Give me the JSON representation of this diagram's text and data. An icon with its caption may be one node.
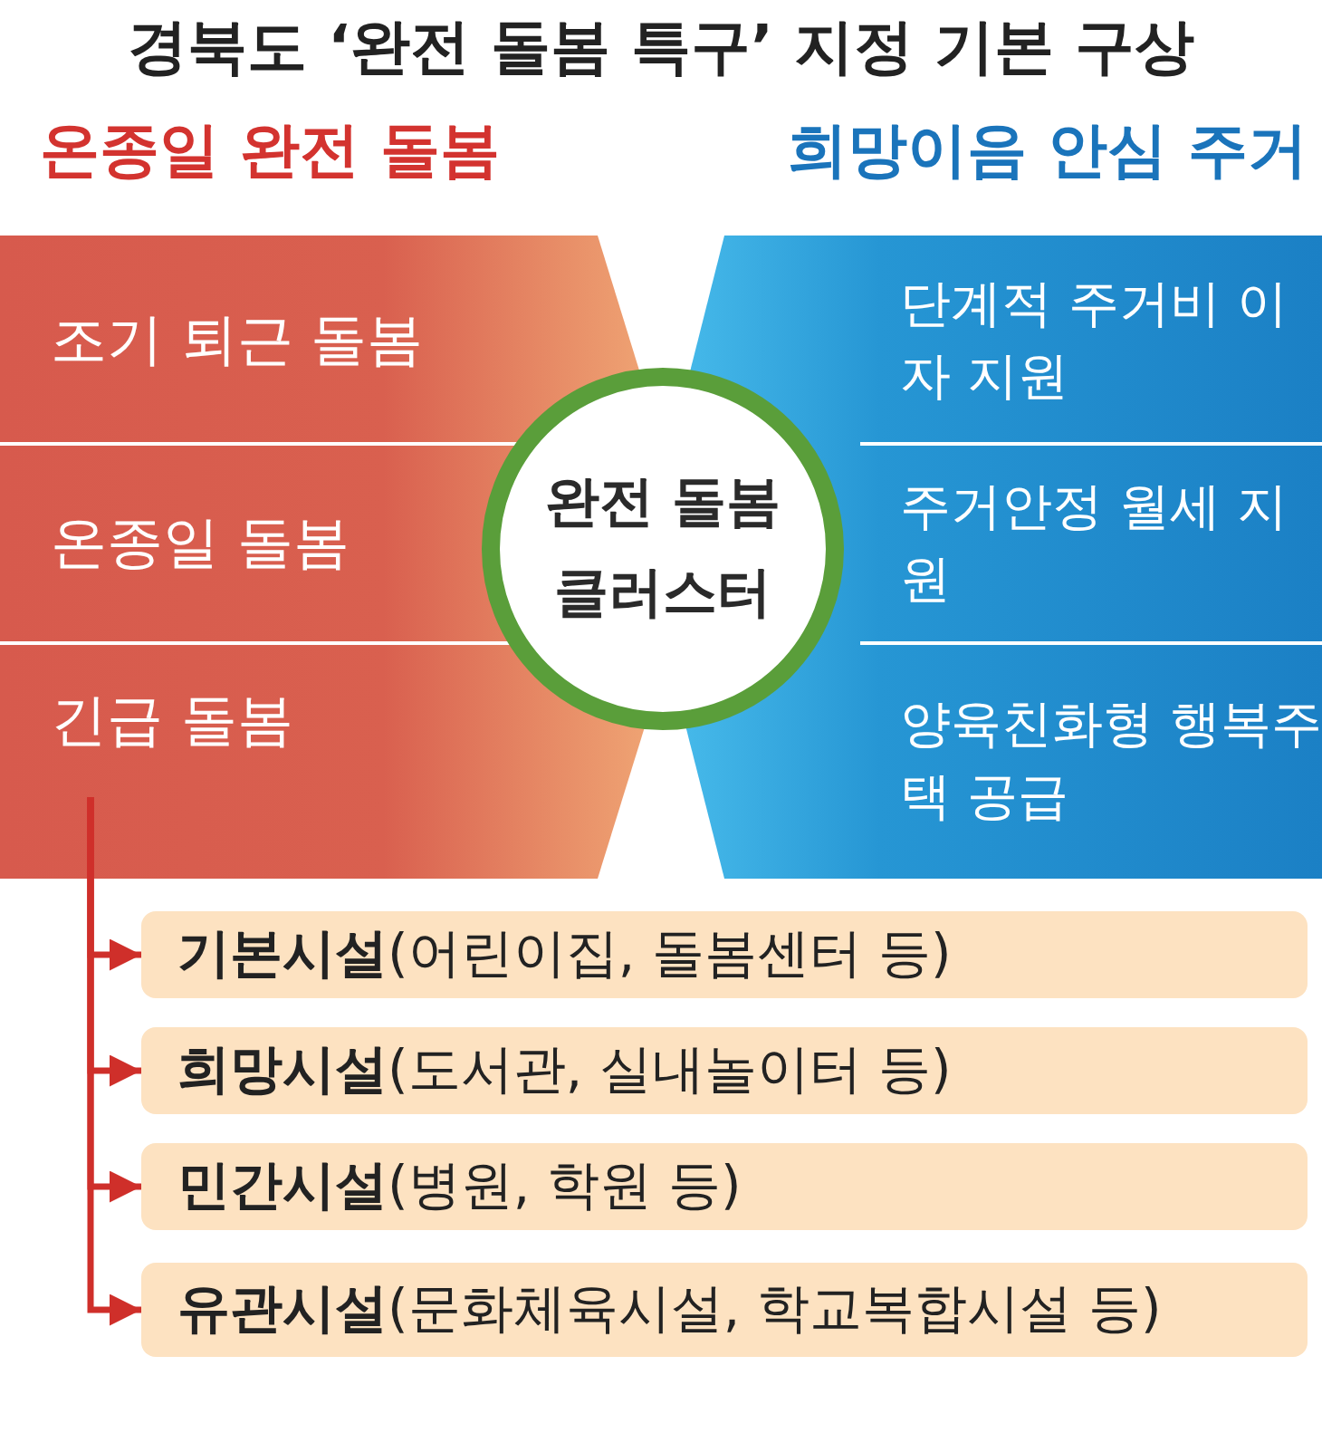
{
  "diagram": {
    "title": "경북도 ‘완전 돌봄 특구’ 지정 기본 구상",
    "nodes": [
      {
        "text": [
          "온종일 완전 돌봄"
        ]
      },
      {
        "text": [
          "조기 퇴근 돌봄"
        ],
        "in": 0
      },
      {
        "text": [
          "온종일 돌봄"
        ],
        "in": 0
      },
      {
        "text": [
          "긴급 돌봄"
        ],
        "in": 0
      },
      {
        "text": [
          "희망이음 안심 주거"
        ]
      },
      {
        "text": [
          "단계적 주거비 이자 지원"
        ],
        "in": 4
      },
      {
        "text": [
          "주거안정 월세 지원"
        ],
        "in": 4
      },
      {
        "text": [
          "양육친화형 행복주택 공급"
        ],
        "in": 4
      },
      {
        "text": [
          "완전 돌봄 클러스터"
        ]
      },
      {
        "text": [
          "**기본시설**(어린이집, 돌봄센터 등)"
        ]
      },
      {
        "text": [
          "**희망시설**(도서관, 실내놀이터 등)"
        ]
      },
      {
        "text": [
          "**민간시설**(병원, 학원 등)"
        ]
      },
      {
        "text": [
          "**유관시설**(문화체육시설, 학교복합시설 등)"
        ]
      }
    ],
    "edges": [
      {
        "from": 3,
        "to": 9,
        "arrow": "to"
      },
      {
        "from": 3,
        "to": 10,
        "arrow": "to"
      },
      {
        "from": 3,
        "to": 11,
        "arrow": "to"
      },
      {
        "from": 3,
        "to": 12,
        "arrow": "to"
      }
    ]
  }
}
